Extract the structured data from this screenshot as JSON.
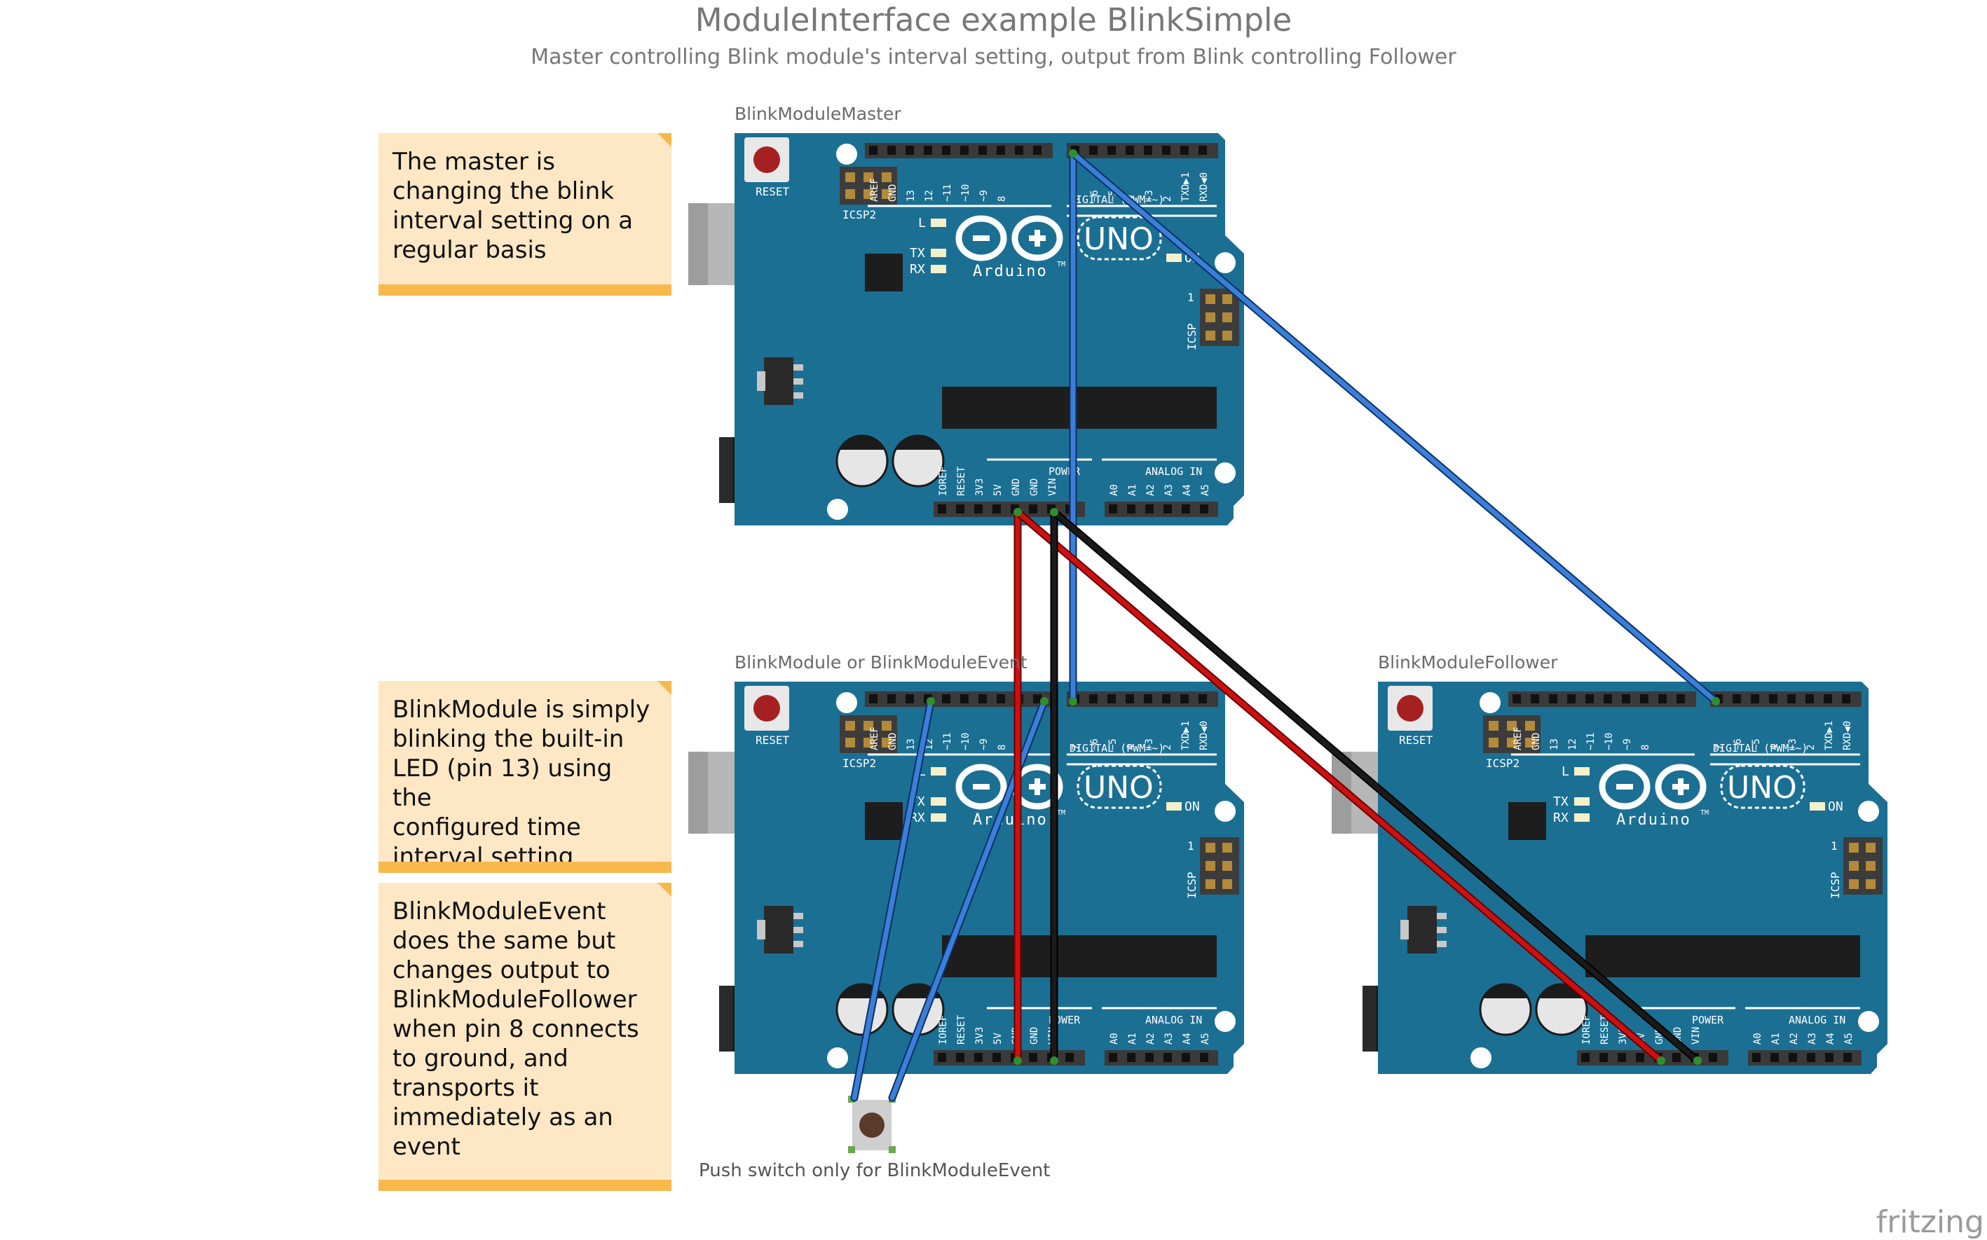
{
  "title": "ModuleInterface example BlinkSimple",
  "subtitle": "Master controlling Blink module's interval setting, output from Blink controlling Follower",
  "boards": {
    "master": {
      "label": "BlinkModuleMaster"
    },
    "blink": {
      "label": "BlinkModule or BlinkModuleEvent"
    },
    "follower": {
      "label": "BlinkModuleFollower"
    }
  },
  "board_text": {
    "reset": "RESET",
    "icsp2": "ICSP2",
    "icsp": "ICSP",
    "uno": "UNO",
    "brand": "Arduino",
    "tm": "TM",
    "on": "ON",
    "l": "L",
    "tx": "TX",
    "rx": "RX",
    "digital": "DIGITAL (PWM=~)",
    "power": "POWER",
    "analog": "ANALOG IN",
    "one": "1",
    "top_pins": [
      "AREF",
      "GND",
      "13",
      "12",
      "~11",
      "~10",
      "~9",
      "8",
      "7",
      "~6",
      "~5",
      "4",
      "~3",
      "2",
      "TXD▶1",
      "RXD◀0"
    ],
    "bottom_pins": [
      "IOREF",
      "RESET",
      "3V3",
      "5V",
      "GND",
      "GND",
      "VIN",
      "A0",
      "A1",
      "A2",
      "A3",
      "A4",
      "A5"
    ]
  },
  "notes": {
    "master_note": [
      "The master is",
      "changing the blink",
      "interval setting on a",
      "regular basis"
    ],
    "blink_note": [
      "BlinkModule is simply",
      "blinking the built-in",
      "LED (pin 13) using the",
      "configured time",
      "interval setting"
    ],
    "event_note": [
      "BlinkModuleEvent",
      "does the same but",
      "changes output to",
      "BlinkModuleFollower",
      "when pin 8 connects",
      "to ground, and",
      "transports it",
      "immediately as an",
      "event"
    ]
  },
  "switch_caption": "Push switch only for BlinkModuleEvent",
  "logo": "fritzing",
  "colors": {
    "board": "#1b6f93",
    "board_dark": "#135a7a",
    "note_bg": "#fde7c4",
    "note_bar": "#f9b84b",
    "wire_blue": "#3a7fd8",
    "wire_red": "#cc1111",
    "wire_black": "#1a1a1a"
  }
}
